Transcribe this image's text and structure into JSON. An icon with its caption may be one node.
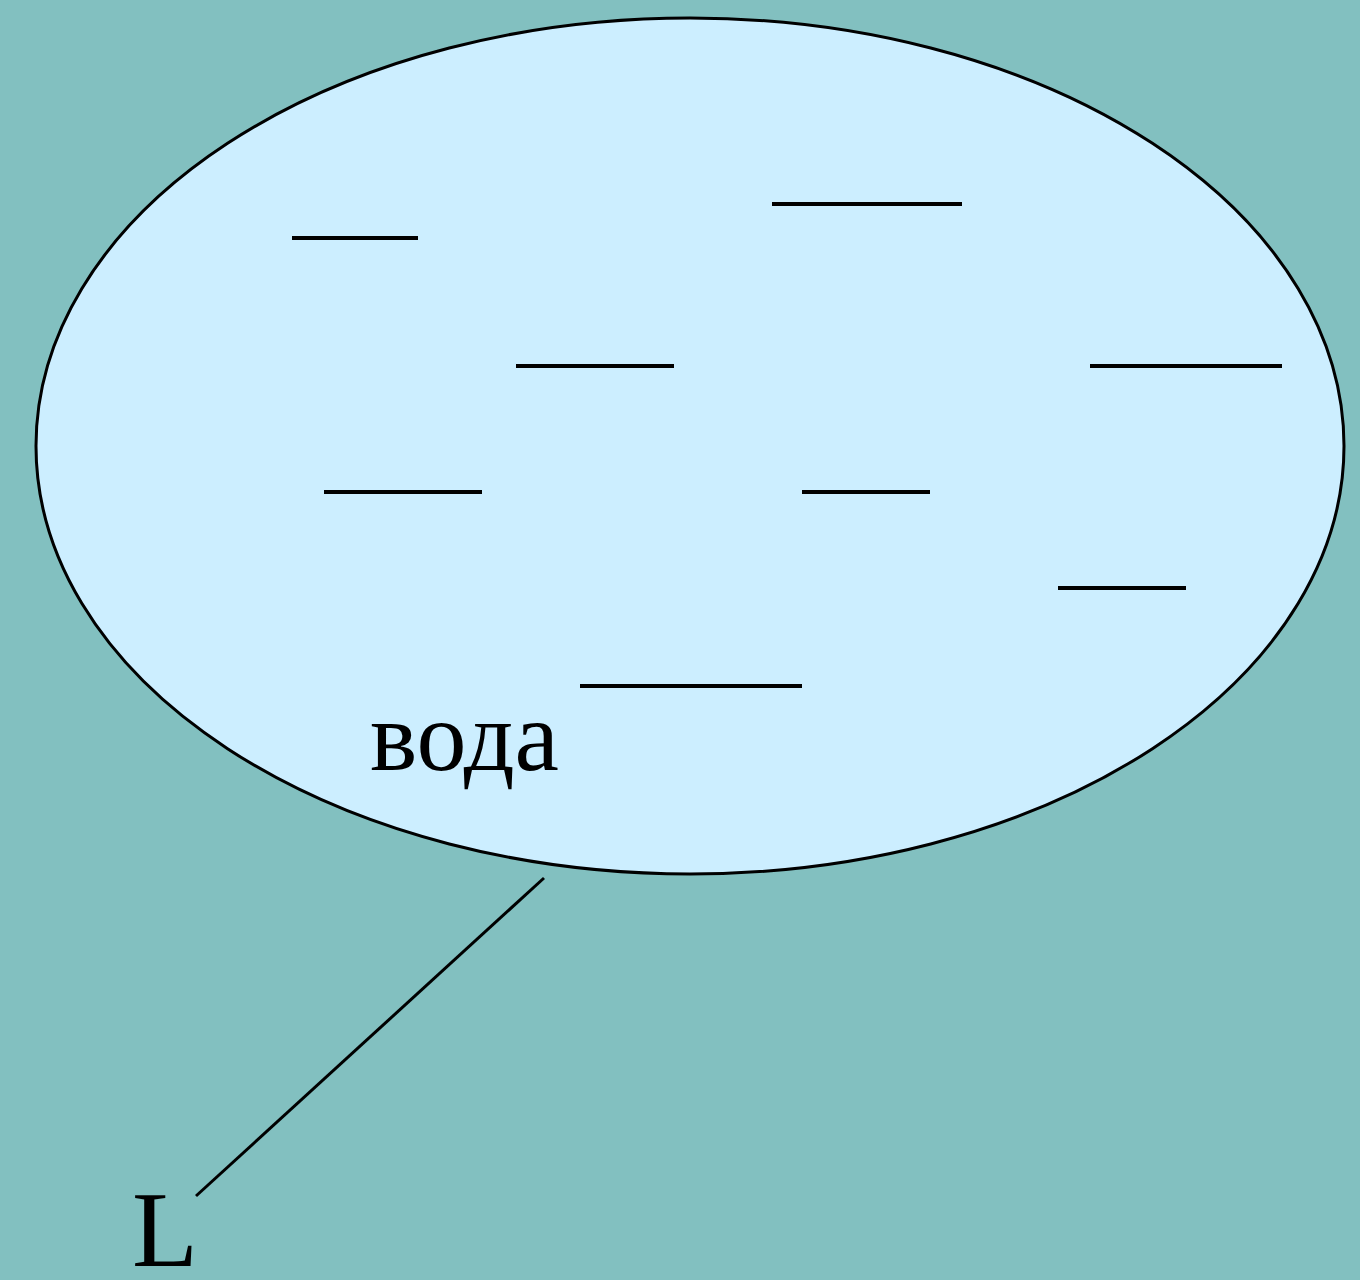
{
  "diagram": {
    "nodes": [
      {
        "text": [
          "вода"
        ]
      },
      {
        "text": [
          "L"
        ]
      }
    ],
    "edges": [
      {
        "from": 1,
        "to": 0,
        "arrow": "none"
      }
    ]
  }
}
